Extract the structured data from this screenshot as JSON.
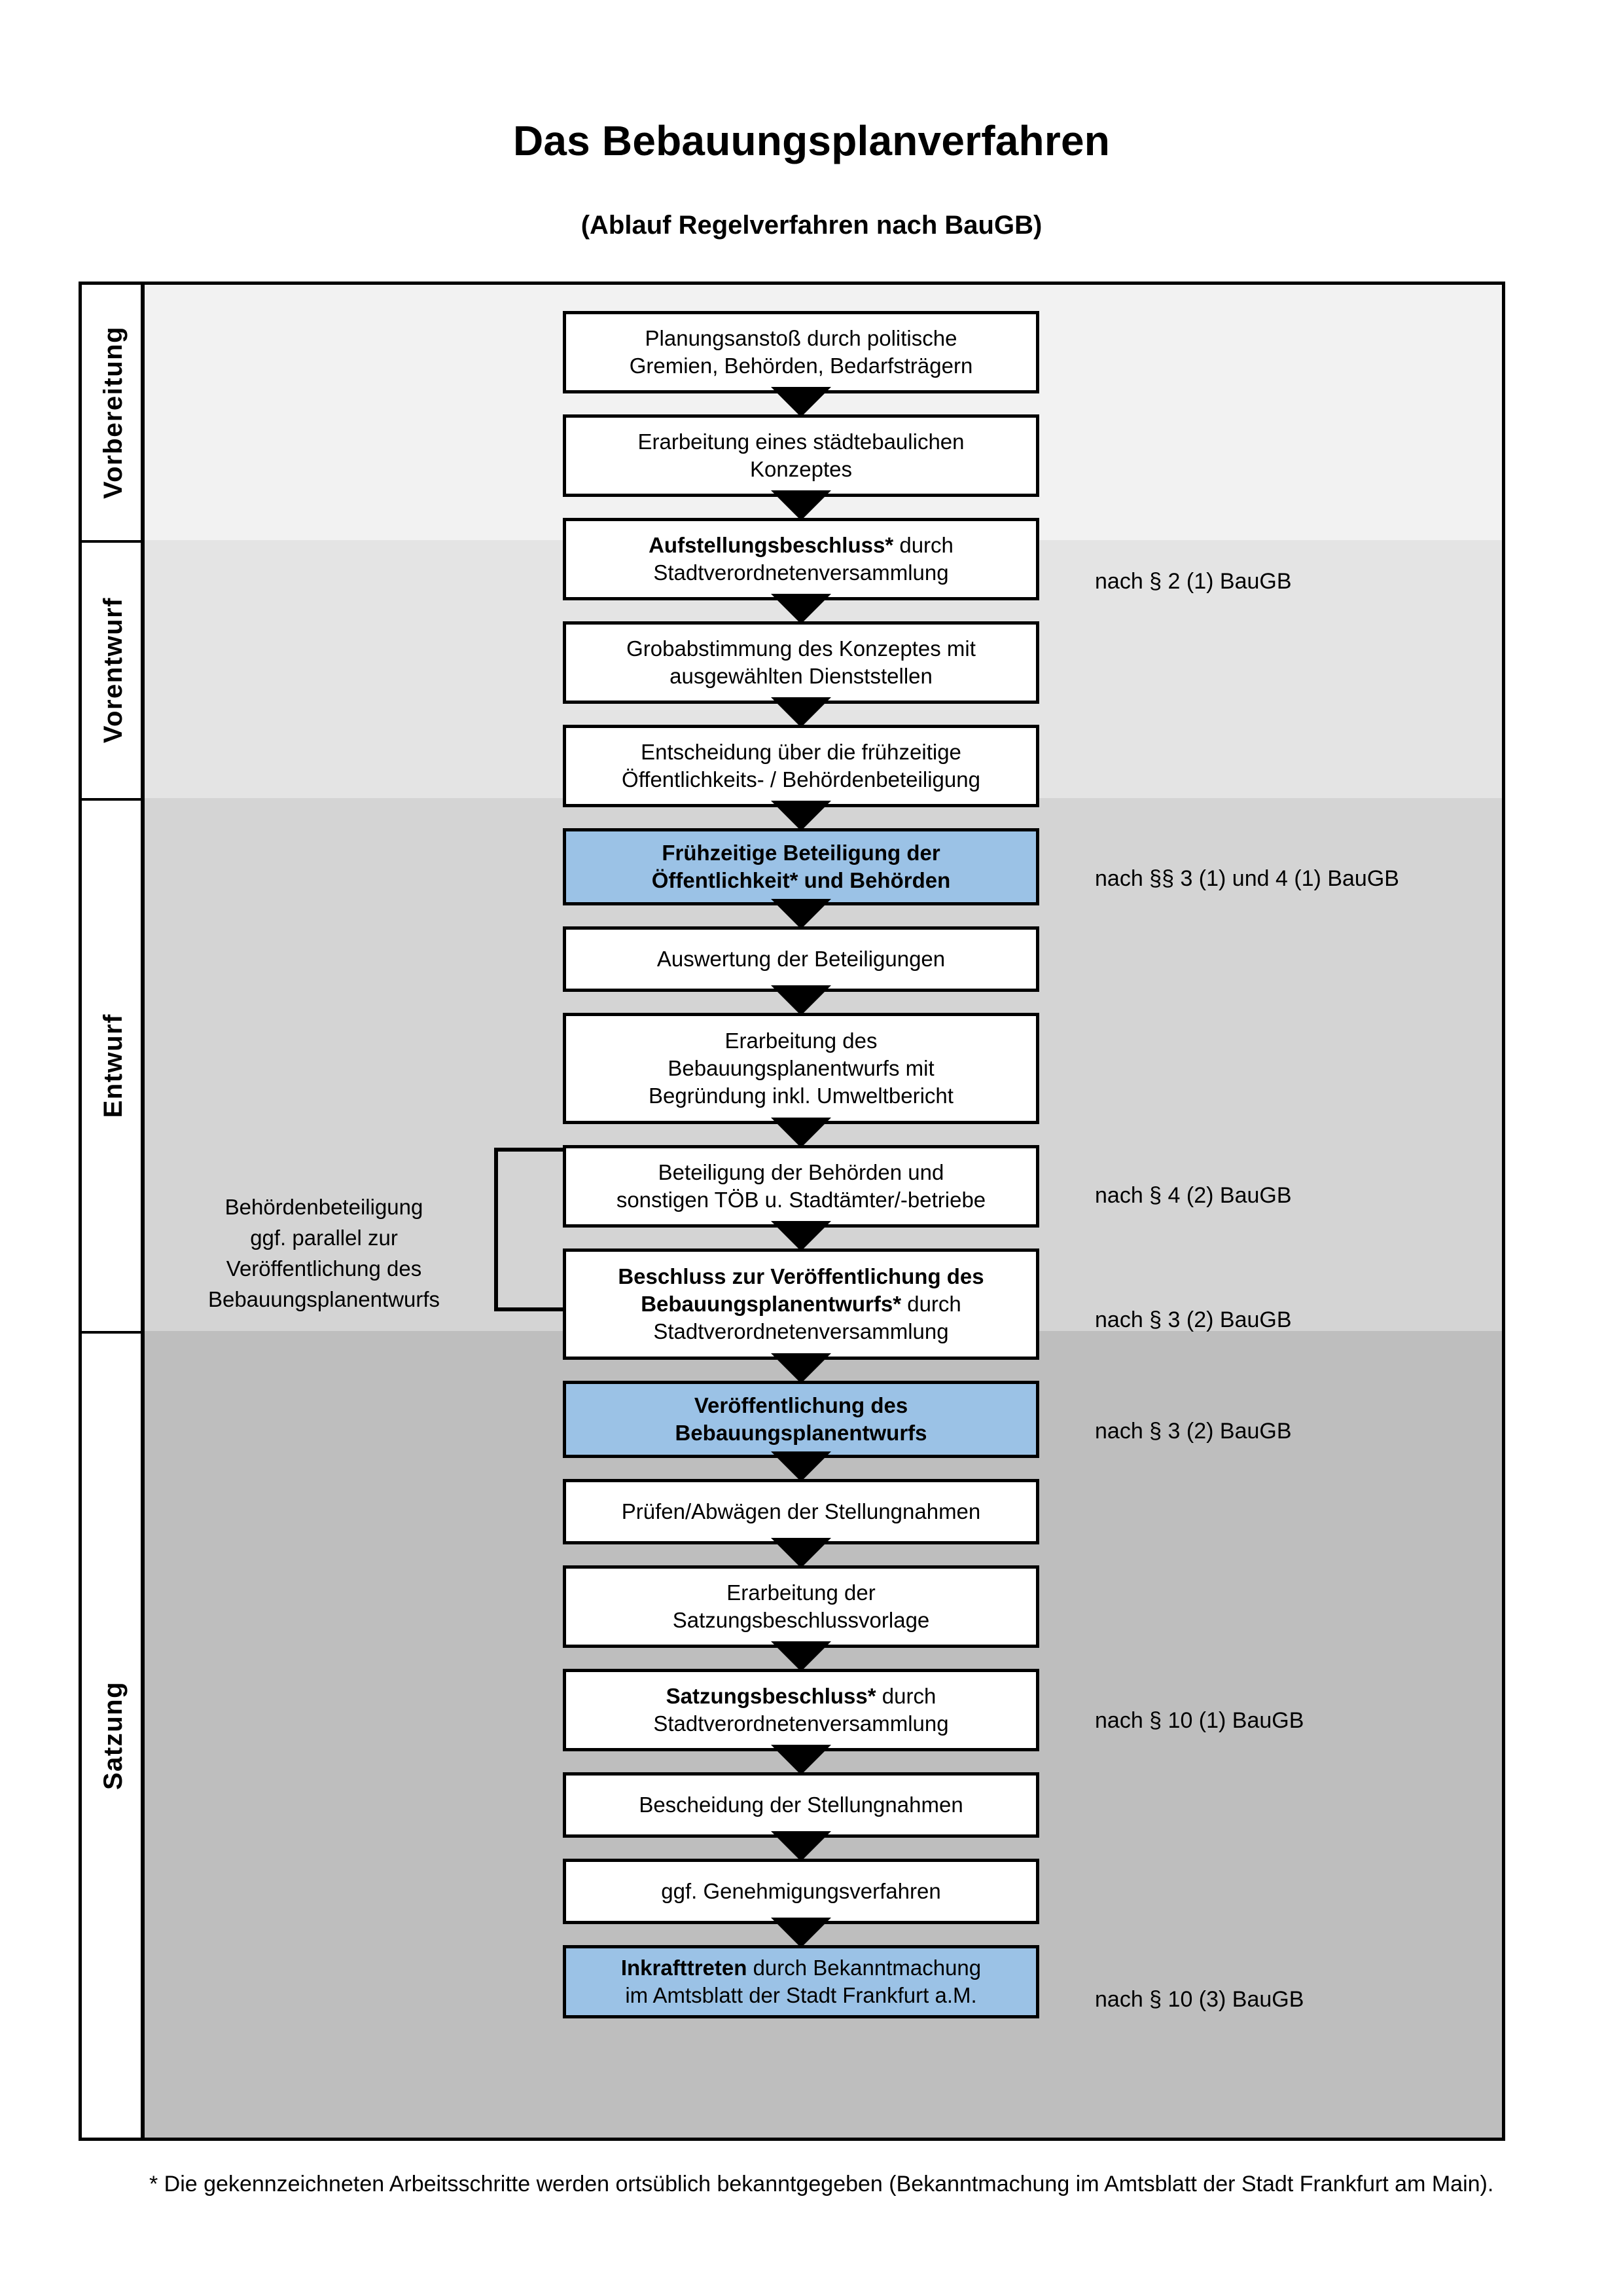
{
  "header": {
    "title": "Das Bebauungsplanverfahren",
    "subtitle": "(Ablauf Regelverfahren nach BauGB)"
  },
  "phases": [
    {
      "id": "vorbereitung",
      "label": "Vorbereitung"
    },
    {
      "id": "vorentwurf",
      "label": "Vorentwurf"
    },
    {
      "id": "entwurf",
      "label": "Entwurf"
    },
    {
      "id": "satzung",
      "label": "Satzung"
    }
  ],
  "steps": [
    {
      "id": "planungsanstoss",
      "phase": "Vorbereitung",
      "highlight": false,
      "lines": [
        "Planungsanstoß durch politische",
        "Gremien, Behörden, Bedarfsträgern"
      ]
    },
    {
      "id": "staedtebauliches-konzept",
      "phase": "Vorbereitung",
      "highlight": false,
      "lines": [
        "Erarbeitung eines städtebaulichen",
        "Konzeptes"
      ]
    },
    {
      "id": "aufstellungsbeschluss",
      "phase": "Vorbereitung",
      "highlight": false,
      "bold_prefix": "Aufstellungsbeschluss*",
      "lines": [
        "Aufstellungsbeschluss* durch",
        "Stadtverordnetenversammlung"
      ]
    },
    {
      "id": "grobabstimmung",
      "phase": "Vorentwurf",
      "highlight": false,
      "lines": [
        "Grobabstimmung des Konzeptes mit",
        "ausgewählten Dienststellen"
      ]
    },
    {
      "id": "entscheidung-fruehzeitig",
      "phase": "Vorentwurf",
      "highlight": false,
      "lines": [
        "Entscheidung über die frühzeitige",
        "Öffentlichkeits- / Behördenbeteiligung"
      ]
    },
    {
      "id": "fruehzeitige-beteiligung",
      "phase": "Vorentwurf",
      "highlight": true,
      "all_bold": true,
      "lines": [
        "Frühzeitige Beteiligung der",
        "Öffentlichkeit* und Behörden"
      ]
    },
    {
      "id": "auswertung",
      "phase": "Entwurf",
      "highlight": false,
      "lines": [
        "Auswertung der Beteiligungen"
      ]
    },
    {
      "id": "erarbeitung-entwurf",
      "phase": "Entwurf",
      "highlight": false,
      "lines": [
        "Erarbeitung des",
        "Bebauungsplanentwurfs mit",
        "Begründung inkl. Umweltbericht"
      ]
    },
    {
      "id": "beteiligung-behoerden",
      "phase": "Entwurf",
      "highlight": false,
      "lines": [
        "Beteiligung der Behörden und",
        "sonstigen TÖB u. Stadtämter/-betriebe"
      ]
    },
    {
      "id": "beschluss-veroeffentlichung",
      "phase": "Entwurf",
      "highlight": false,
      "bold_prefix": "Beschluss zur Veröffentlichung des Bebauungsplanentwurfs*",
      "lines": [
        "Beschluss zur Veröffentlichung des",
        "Bebauungsplanentwurfs* durch",
        "Stadtverordnetenversammlung"
      ]
    },
    {
      "id": "veroeffentlichung-entwurf",
      "phase": "Entwurf",
      "highlight": true,
      "all_bold": true,
      "lines": [
        "Veröffentlichung des",
        "Bebauungsplanentwurfs"
      ]
    },
    {
      "id": "pruefen-abwaegen",
      "phase": "Satzung",
      "highlight": false,
      "lines": [
        "Prüfen/Abwägen der Stellungnahmen"
      ]
    },
    {
      "id": "satzungsbeschlussvorlage",
      "phase": "Satzung",
      "highlight": false,
      "lines": [
        "Erarbeitung der",
        "Satzungsbeschlussvorlage"
      ]
    },
    {
      "id": "satzungsbeschluss",
      "phase": "Satzung",
      "highlight": false,
      "bold_prefix": "Satzungsbeschluss*",
      "lines": [
        "Satzungsbeschluss* durch",
        "Stadtverordnetenversammlung"
      ]
    },
    {
      "id": "bescheidung",
      "phase": "Satzung",
      "highlight": false,
      "lines": [
        "Bescheidung der Stellungnahmen"
      ]
    },
    {
      "id": "genehmigungsverfahren",
      "phase": "Satzung",
      "highlight": false,
      "lines": [
        "ggf. Genehmigungsverfahren"
      ]
    },
    {
      "id": "inkrafttreten",
      "phase": "Satzung",
      "highlight": true,
      "bold_prefix": "Inkrafttreten",
      "lines": [
        "Inkrafttreten durch Bekanntmachung",
        "im Amtsblatt der Stadt Frankfurt a.M."
      ]
    }
  ],
  "legends": [
    {
      "id": "legend-aufstellungsbeschluss",
      "text": "nach § 2 (1) BauGB"
    },
    {
      "id": "legend-fruehzeitige-beteiligung",
      "text": "nach §§ 3 (1) und 4 (1) BauGB"
    },
    {
      "id": "legend-beteiligung-behoerden",
      "text": "nach § 4 (2) BauGB"
    },
    {
      "id": "legend-beschluss",
      "text": "nach § 3 (2) BauGB"
    },
    {
      "id": "legend-veroeffentlichung",
      "text": "nach § 3 (2) BauGB"
    },
    {
      "id": "legend-satzungsbeschluss",
      "text": "nach § 10 (1) BauGB"
    },
    {
      "id": "legend-inkrafttreten",
      "text": "nach § 10 (3) BauGB"
    }
  ],
  "sidenote": {
    "lines": [
      "Behördenbeteiligung",
      "ggf. parallel zur",
      "Veröffentlichung des",
      "Bebauungsplanentwurfs"
    ]
  },
  "footnote": {
    "text": "* Die gekennzeichneten Arbeitsschritte werden ortsüblich bekanntgegeben (Bekanntmachung im Amtsblatt  der Stadt Frankfurt am Main)."
  },
  "colors": {
    "highlight_box": "#9BC2E6",
    "band_vorbereitung": "#F2F2F2",
    "band_vorentwurf": "#E4E4E4",
    "band_entwurf": "#D4D4D4",
    "band_satzung": "#BEBEBE",
    "border": "#000000"
  }
}
